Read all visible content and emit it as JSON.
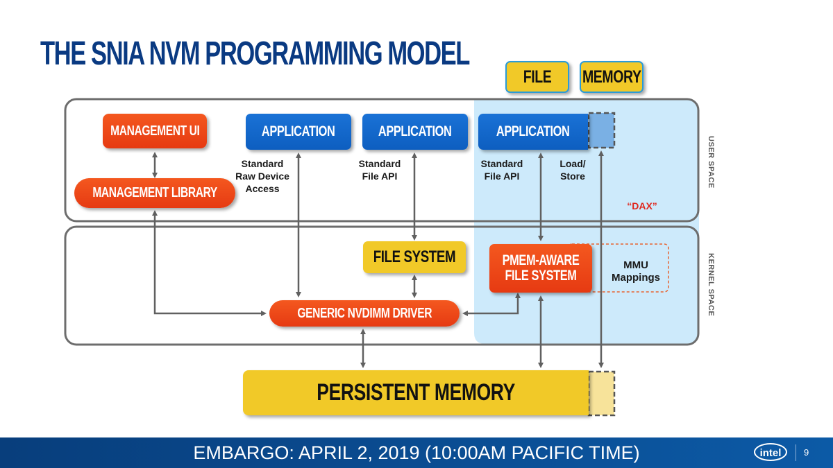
{
  "title": "THE SNIA NVM PROGRAMMING MODEL",
  "top_tags": {
    "file": "FILE",
    "memory": "MEMORY"
  },
  "user_space": {
    "side_label": "USER SPACE",
    "management_ui": "MANAGEMENT UI",
    "management_library": "MANAGEMENT LIBRARY",
    "applications": [
      "APPLICATION",
      "APPLICATION",
      "APPLICATION"
    ],
    "labels": {
      "raw_device": "Standard\nRaw Device\nAccess",
      "file_api_1": "Standard\nFile API",
      "file_api_2": "Standard\nFile API",
      "load_store": "Load/\nStore"
    },
    "dax": "“DAX”"
  },
  "kernel_space": {
    "side_label": "KERNEL SPACE",
    "file_system": "FILE SYSTEM",
    "pmem_fs": "PMEM-AWARE\nFILE SYSTEM",
    "mmu": "MMU\nMappings",
    "nvdimm_driver": "GENERIC NVDIMM DRIVER"
  },
  "persistent_memory": "PERSISTENT MEMORY",
  "footer": {
    "embargo": "EMBARGO: APRIL 2, 2019 (10:00AM PACIFIC TIME)",
    "logo": "intel",
    "page": "9"
  },
  "colors": {
    "title": "#0a3a82",
    "red_box": "#e94b18",
    "blue_box": "#1166cc",
    "yellow_box": "#f1c928",
    "dax_region": "#cdeafb",
    "dax_text": "#e0251b",
    "footer": "#0b4c93"
  }
}
